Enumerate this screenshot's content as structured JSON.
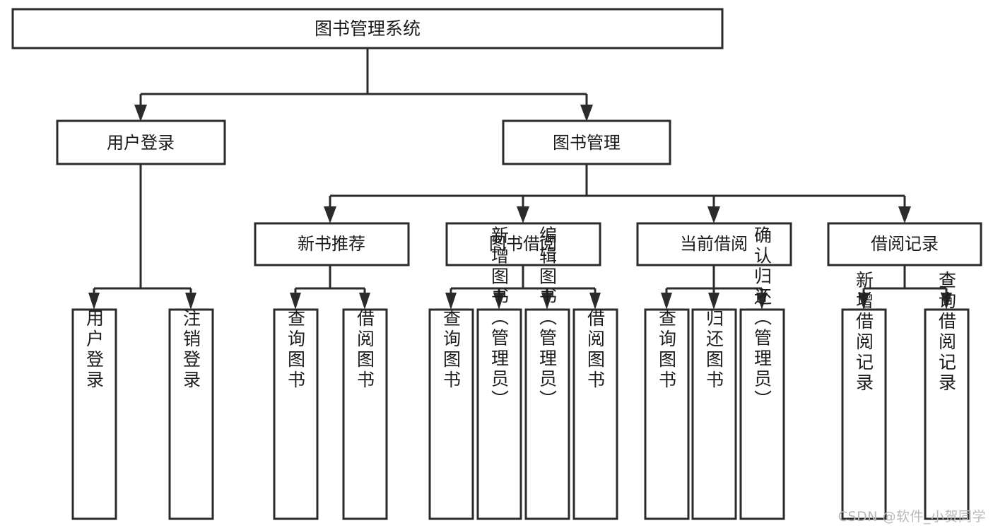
{
  "diagram": {
    "title": "图书管理系统",
    "type": "tree-hierarchy",
    "watermark": "CSDN @软件_小贺同学",
    "colors": {
      "stroke": "#2b2b2b",
      "fill": "#ffffff",
      "text": "#1b1b1b",
      "watermark": "#b9b9b9"
    },
    "levels": {
      "root": {
        "label": "图书管理系统"
      },
      "level1": [
        {
          "label": "用户登录"
        },
        {
          "label": "图书管理"
        }
      ],
      "level2": [
        {
          "label": "新书推荐"
        },
        {
          "label": "图书借阅"
        },
        {
          "label": "当前借阅"
        },
        {
          "label": "借阅记录"
        }
      ],
      "leaves": {
        "user_login": [
          {
            "label": "用户登录"
          },
          {
            "label": "注销登录"
          }
        ],
        "new_book": [
          {
            "label": "查询图书"
          },
          {
            "label": "借阅图书"
          }
        ],
        "book_borrow": [
          {
            "label": "查询图书"
          },
          {
            "label": "新增图书（管理员）"
          },
          {
            "label": "编辑图书（管理员）"
          },
          {
            "label": "借阅图书"
          }
        ],
        "current_borrow": [
          {
            "label": "查询图书"
          },
          {
            "label": "归还图书"
          },
          {
            "label": "确认归还（管理员）"
          }
        ],
        "borrow_record": [
          {
            "label": "新增借阅记录"
          },
          {
            "label": "查询借阅记录"
          }
        ]
      }
    }
  }
}
